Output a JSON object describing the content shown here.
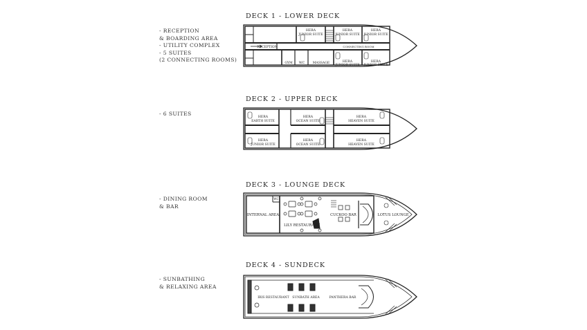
{
  "decks": [
    {
      "title": "DECK 1 - LOWER DECK",
      "features": [
        "- RECEPTION",
        "& BOARDING AREA",
        "- UTILITY COMPLEX",
        "- 5 SUITES",
        "(2 CONNECTING ROOMS)"
      ],
      "rooms": {
        "top_1": [
          "HERA",
          "JUNIOR SUITE"
        ],
        "top_2": [
          "HERA",
          "JUNIOR SUITE"
        ],
        "top_3": [
          "HERA",
          "JUNIOR SUITE"
        ],
        "bot_1": [
          "HERA",
          "JUNIOR SUITE"
        ],
        "bot_2": [
          "HERA",
          "JUNIOR SUITE"
        ],
        "reception": "RECEPTION",
        "connecting": "CONNECTING ROOM",
        "gym": "GYM",
        "wc": "WC",
        "massage": "MASSAGE"
      }
    },
    {
      "title": "DECK 2 - UPPER DECK",
      "features": [
        "- 6 SUITES"
      ],
      "rooms": {
        "top_1": [
          "HERA",
          "EARTH SUITE"
        ],
        "top_2": [
          "HERA",
          "OCEAN SUITE"
        ],
        "top_3": [
          "HERA",
          "HEAVEN SUITE"
        ],
        "bot_1": [
          "HERA",
          "JUNIOR SUITE"
        ],
        "bot_2": [
          "HERA",
          "OCEAN SUITE"
        ],
        "bot_3": [
          "HERA",
          "HEAVEN SUITE"
        ]
      }
    },
    {
      "title": "DECK 3 - LOUNGE DECK",
      "features": [
        "- DINING ROOM",
        "& BAR"
      ],
      "rooms": {
        "internal": "INTERNAL AREA",
        "wc": "WC",
        "restaurant": "LILY RESTAURANT",
        "bar": "CUCKOO BAR",
        "lounge": "LOTUS LOUNGE"
      }
    },
    {
      "title": "DECK 4 - SUNDECK",
      "features": [
        "- SUNBATHING",
        "& RELAXING AREA"
      ],
      "rooms": {
        "restaurant": "IRIS RESTAURANT",
        "sunbath": "SUNBATH AREA",
        "bar": "PANTHERA BAR"
      }
    }
  ]
}
